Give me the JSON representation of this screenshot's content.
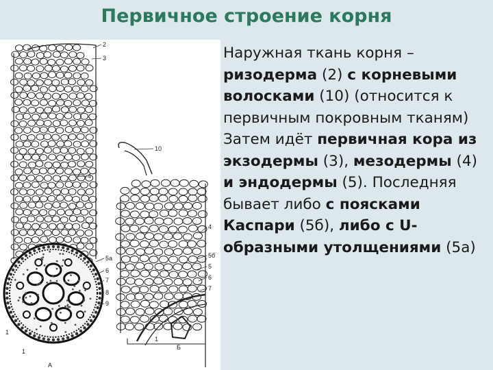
{
  "title": "Первичное строение корня",
  "paragraphs": [
    [
      {
        "text": "Наружная ткань корня – ",
        "bold": false
      },
      {
        "text": "ризодерма",
        "bold": true
      },
      {
        "text": " (2) ",
        "bold": false
      },
      {
        "text": "с корневыми волосками",
        "bold": true
      },
      {
        "text": " (10) (относится к первичным покровным тканям)",
        "bold": false
      }
    ],
    [
      {
        "text": "Затем идёт ",
        "bold": false
      },
      {
        "text": "первичная кора из экзодермы",
        "bold": true
      },
      {
        "text": " (3), ",
        "bold": false
      },
      {
        "text": "мезодермы",
        "bold": true
      },
      {
        "text": " (4) ",
        "bold": false
      },
      {
        "text": "и эндодермы",
        "bold": true
      },
      {
        "text": " (5). Последняя бывает либо ",
        "bold": false
      },
      {
        "text": "с поясками Каспари",
        "bold": true
      },
      {
        "text": " (5б), ",
        "bold": false
      },
      {
        "text": "либо с U-образными утолщениями",
        "bold": true
      },
      {
        "text": " (5а)",
        "bold": false
      }
    ]
  ],
  "figure": {
    "labels_left": [
      "1",
      "4",
      "5а",
      "6",
      "7",
      "8",
      "9",
      "1"
    ],
    "labels_right": [
      "2",
      "3",
      "10",
      "4",
      "5б",
      "5",
      "6",
      "7"
    ],
    "label_a": "А",
    "label_b": "Б",
    "label_1_bottom": "1"
  }
}
